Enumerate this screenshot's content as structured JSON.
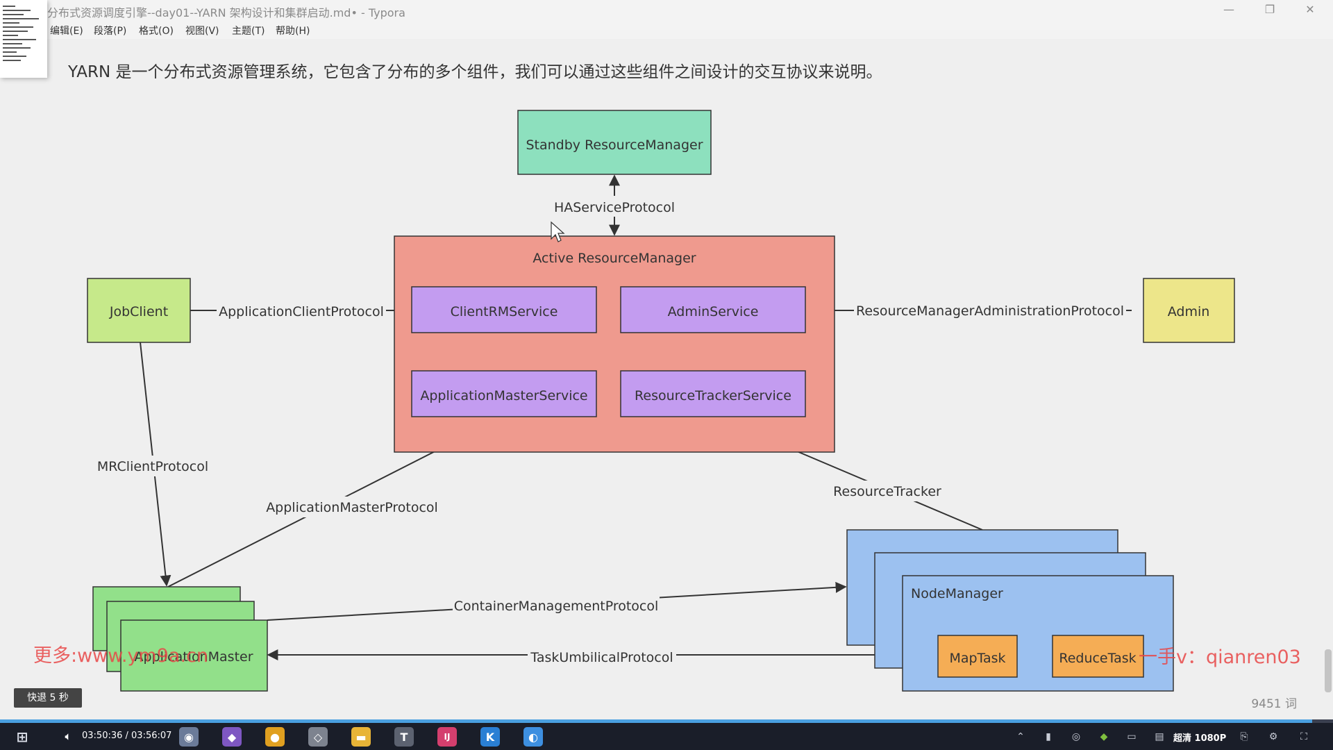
{
  "window": {
    "title": "分布式资源调度引擎--day01--YARN 架构设计和集群启动.md• - Typora",
    "minimize_glyph": "—",
    "restore_glyph": "❐",
    "close_glyph": "✕"
  },
  "menu": [
    {
      "label": "编辑(E)"
    },
    {
      "label": "段落(P)"
    },
    {
      "label": "格式(O)"
    },
    {
      "label": "视图(V)"
    },
    {
      "label": "主题(T)"
    },
    {
      "label": "帮助(H)"
    }
  ],
  "document": {
    "intro": "YARN 是一个分布式资源管理系统，它包含了分布的多个组件，我们可以通过这些组件之间设计的交互协议来说明。"
  },
  "diagram": {
    "nodes": {
      "standby_rm": "Standby ResourceManager",
      "active_rm": "Active ResourceManager",
      "client_rm_service": "ClientRMService",
      "admin_service": "AdminService",
      "app_master_service": "ApplicationMasterService",
      "resource_tracker_service": "ResourceTrackerService",
      "job_client": "JobClient",
      "admin": "Admin",
      "application_master": "ApplicationMaster",
      "node_manager": "NodeManager",
      "map_task": "MapTask",
      "reduce_task": "ReduceTask"
    },
    "edges": {
      "ha_service_protocol": "HAServiceProtocol",
      "application_client_protocol": "ApplicationClientProtocol",
      "rm_admin_protocol": "ResourceManagerAdministrationProtocol",
      "mr_client_protocol": "MRClientProtocol",
      "application_master_protocol": "ApplicationMasterProtocol",
      "resource_tracker": "ResourceTracker",
      "container_management_protocol": "ContainerManagementProtocol",
      "task_umbilical_protocol": "TaskUmbilicalProtocol"
    },
    "colors": {
      "standby": "#8de0be",
      "active_rm": "#ef9a8e",
      "service": "#c39cf0",
      "job_client": "#c6e98a",
      "admin": "#ede68a",
      "app_master": "#92e08a",
      "node_manager": "#9cc1f0",
      "task": "#f5ad55"
    }
  },
  "overlay": {
    "watermark_left": "更多:www.ym9a.cn",
    "watermark_right": "一手v：qianren03",
    "seek_toast": "快退 5 秒",
    "word_count": "9451 词"
  },
  "player": {
    "time": "03:50:36 / 03:56:07",
    "progress": 0.9844,
    "quality": "超清 1080P"
  },
  "taskbar": {
    "apps": [
      {
        "name": "paint-icon",
        "glyph": "◉",
        "color": "#6b7b99"
      },
      {
        "name": "visual-studio-icon",
        "glyph": "◆",
        "color": "#7e57c2"
      },
      {
        "name": "chrome-icon",
        "glyph": "●",
        "color": "#e0a020"
      },
      {
        "name": "unity-icon",
        "glyph": "◇",
        "color": "#7d838f"
      },
      {
        "name": "file-explorer-icon",
        "glyph": "▬",
        "color": "#e8b437"
      },
      {
        "name": "typora-icon",
        "glyph": "T",
        "color": "#5c6270"
      },
      {
        "name": "intellij-icon",
        "glyph": "IJ",
        "color": "#d43f6e"
      },
      {
        "name": "kugou-icon",
        "glyph": "K",
        "color": "#2a7fd4"
      },
      {
        "name": "video-player-icon",
        "glyph": "◐",
        "color": "#3d8fe0"
      }
    ]
  }
}
